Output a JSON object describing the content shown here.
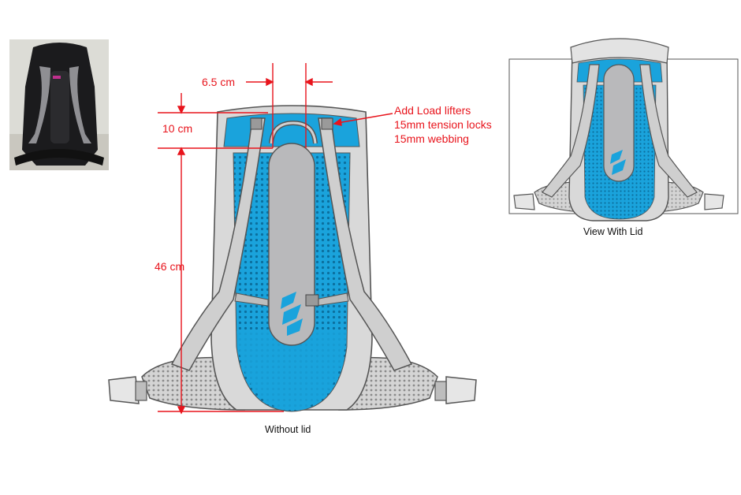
{
  "colors": {
    "annotation": "#e8141c",
    "mesh_blue": "#1aa3dc",
    "frame_grey": "#c8c8c8",
    "outline": "#555555"
  },
  "dimensions": {
    "lifter_spacing": "6.5 cm",
    "lifter_drop": "10 cm",
    "back_length": "46 cm"
  },
  "notes": {
    "line1": "Add Load lifters",
    "line2": "15mm tension locks",
    "line3": "15mm webbing"
  },
  "captions": {
    "without_lid": "Without lid",
    "with_lid": "View With Lid"
  },
  "icons": [
    "backpack-photo",
    "backpack-without-lid-illustration",
    "backpack-with-lid-illustration",
    "logo-mark"
  ]
}
